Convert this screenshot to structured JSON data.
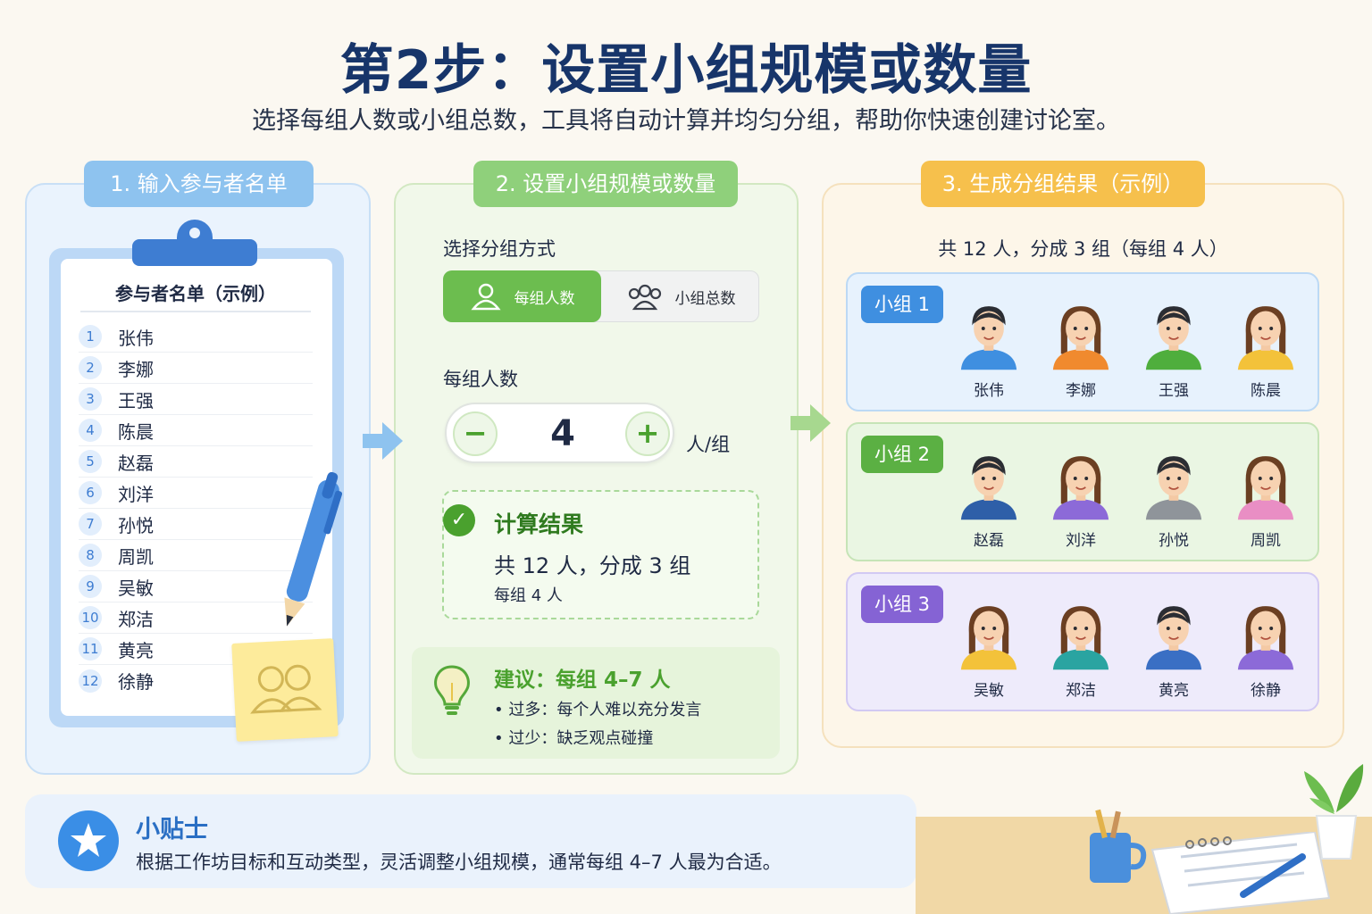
{
  "header": {
    "title": "第2步：设置小组规模或数量",
    "subtitle": "选择每组人数或小组总数，工具将自动计算并均匀分组，帮助你快速创建讨论室。"
  },
  "step1": {
    "heading": "1. 输入参与者名单",
    "list_title": "参与者名单（示例）",
    "names": [
      "张伟",
      "李娜",
      "王强",
      "陈晨",
      "赵磊",
      "刘洋",
      "孙悦",
      "周凯",
      "吴敏",
      "郑洁",
      "黄亮",
      "徐静"
    ],
    "numbers": [
      "1",
      "2",
      "3",
      "4",
      "5",
      "6",
      "7",
      "8",
      "9",
      "10",
      "11",
      "12"
    ]
  },
  "step2": {
    "heading": "2. 设置小组规模或数量",
    "mode_label": "选择分组方式",
    "mode_per_group": "每组人数",
    "mode_total_groups": "小组总数",
    "size_label": "每组人数",
    "value": "4",
    "unit": "人/组",
    "minus": "−",
    "plus": "+",
    "result_title": "计算结果",
    "result_main": "共 12 人，分成 3 组",
    "result_sub": "每组 4 人",
    "advice_title": "建议：每组 4–7 人",
    "advice_1": "• 过多：每个人难以充分发言",
    "advice_2": "• 过少：缺乏观点碰撞"
  },
  "step3": {
    "heading": "3. 生成分组结果（示例）",
    "summary": "共 12 人，分成 3 组（每组 4 人）",
    "groups": [
      {
        "tag": "小组 1",
        "members": [
          "张伟",
          "李娜",
          "王强",
          "陈晨"
        ]
      },
      {
        "tag": "小组 2",
        "members": [
          "赵磊",
          "刘洋",
          "孙悦",
          "周凯"
        ]
      },
      {
        "tag": "小组 3",
        "members": [
          "吴敏",
          "郑洁",
          "黄亮",
          "徐静"
        ]
      }
    ]
  },
  "tip": {
    "title": "小贴士",
    "text": "根据工作坊目标和互动类型，灵活调整小组规模，通常每组 4–7 人最为合适。"
  },
  "colors": {
    "blue": "#3e7dd2",
    "green": "#6cbd4f",
    "orange": "#f6c04c",
    "purple": "#8a6ad8"
  }
}
